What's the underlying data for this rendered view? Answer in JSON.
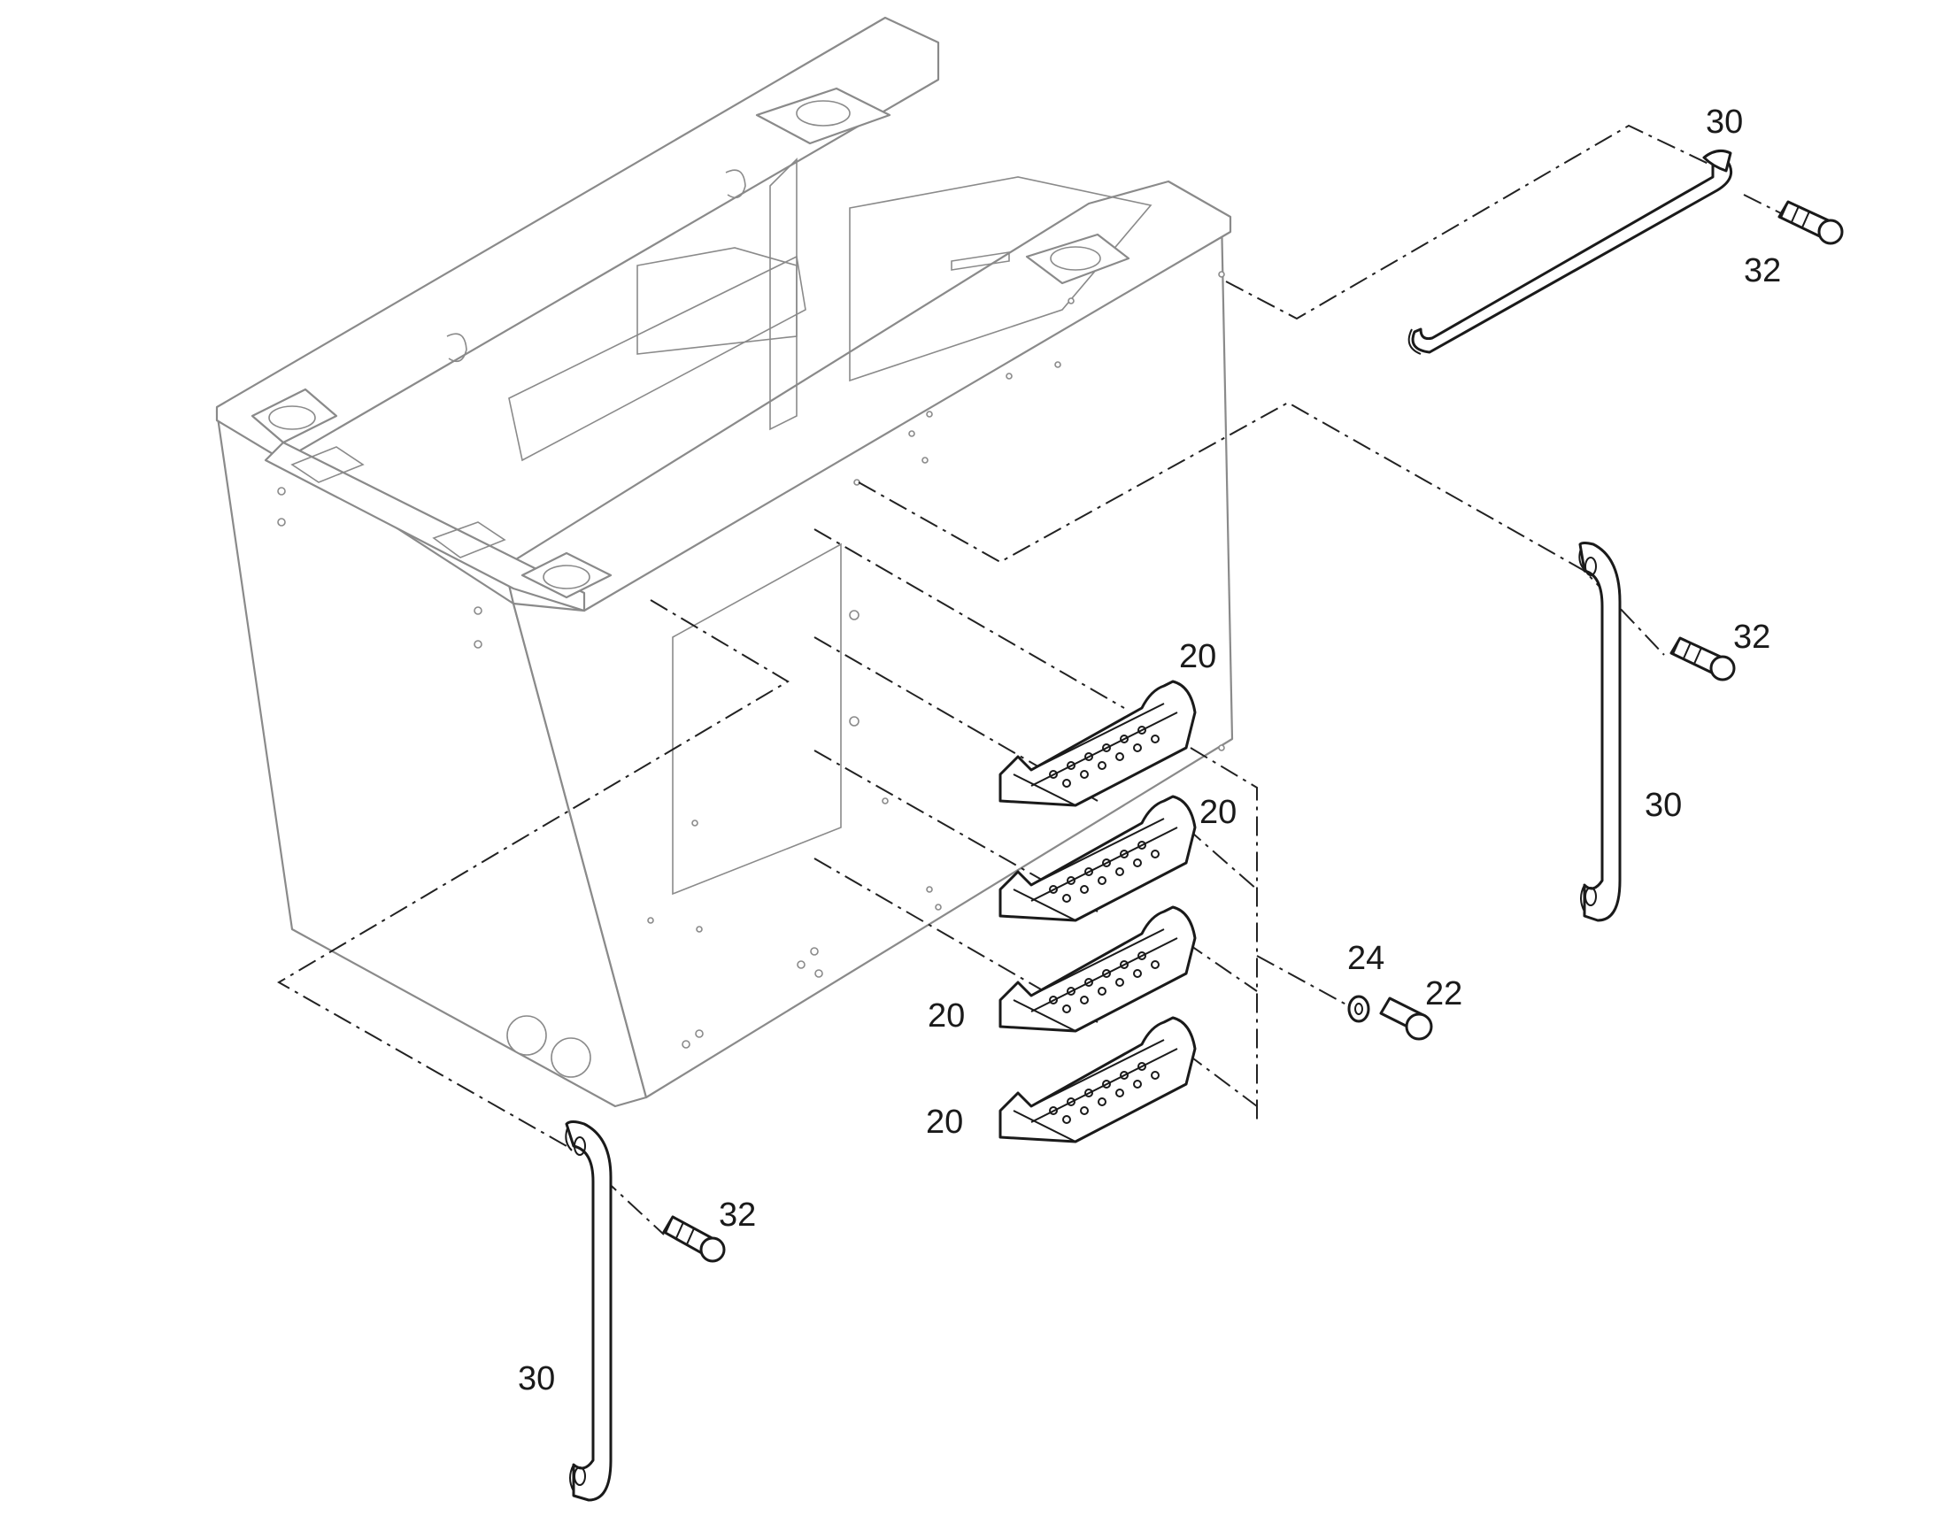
{
  "callouts": {
    "top_handle_label": "30",
    "top_handle_bolt_label": "32",
    "right_handle_bolt_label": "32",
    "right_handle_label": "30",
    "step1_label": "20",
    "step2_label": "20",
    "step3_label": "20",
    "step4_label": "20",
    "washer_label": "24",
    "step_bolt_label": "22",
    "left_handle_bolt_label": "32",
    "left_handle_label": "30"
  },
  "colors": {
    "part_stroke": "#1a1a1a",
    "body_stroke": "#8a8a8a",
    "background": "#ffffff"
  }
}
